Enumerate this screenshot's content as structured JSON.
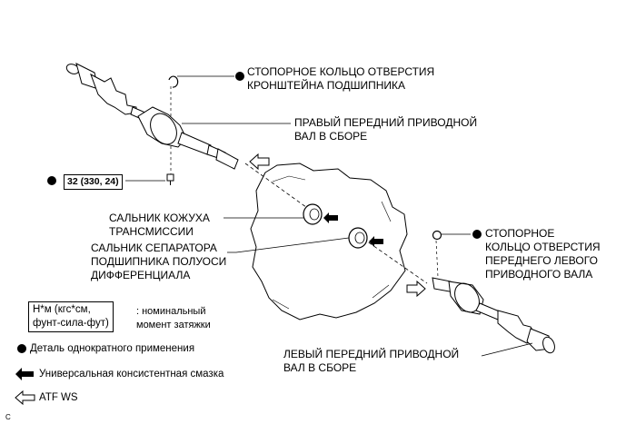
{
  "labels": {
    "snap_ring_bracket": [
      "СТОПОРНОЕ КОЛЬЦО ОТВЕРСТИЯ",
      "КРОНШТЕЙНА ПОДШИПНИКА"
    ],
    "right_shaft": [
      "ПРАВЫЙ ПЕРЕДНИЙ ПРИВОДНОЙ",
      "ВАЛ В СБОРЕ"
    ],
    "case_seal": [
      "САЛЬНИК КОЖУХА",
      "ТРАНСМИССИИ"
    ],
    "separator_seal": [
      "САЛЬНИК СЕПАРАТОРА",
      "ПОДШИПНИКА ПОЛУОСИ",
      "ДИФФЕРЕНЦИАЛА"
    ],
    "snap_ring_left": [
      "СТОПОРНОЕ",
      "КОЛЬЦО ОТВЕРСТИЯ",
      "ПЕРЕДНЕГО ЛЕВОГО",
      "ПРИВОДНОГО ВАЛА"
    ],
    "left_shaft": [
      "ЛЕВЫЙ ПЕРЕДНИЙ ПРИВОДНОЙ",
      "ВАЛ В СБОРЕ"
    ]
  },
  "torque_value": "32 (330, 24)",
  "legend": {
    "unit_box": [
      "Н*м (кгс*см,",
      "фунт-сила-фут)"
    ],
    "unit_desc": [
      ": номинальный",
      "момент затяжки"
    ],
    "non_reusable": "Деталь однократного применения",
    "grease": "Универсальная консистентная смазка",
    "atf": "ATF WS"
  },
  "corner_code": "C",
  "icons": [
    "filled-dot-icon",
    "grease-arrow-icon",
    "atf-hollow-arrow-icon",
    "snap-ring-icon",
    "bolt-icon",
    "oil-seal-icon"
  ]
}
